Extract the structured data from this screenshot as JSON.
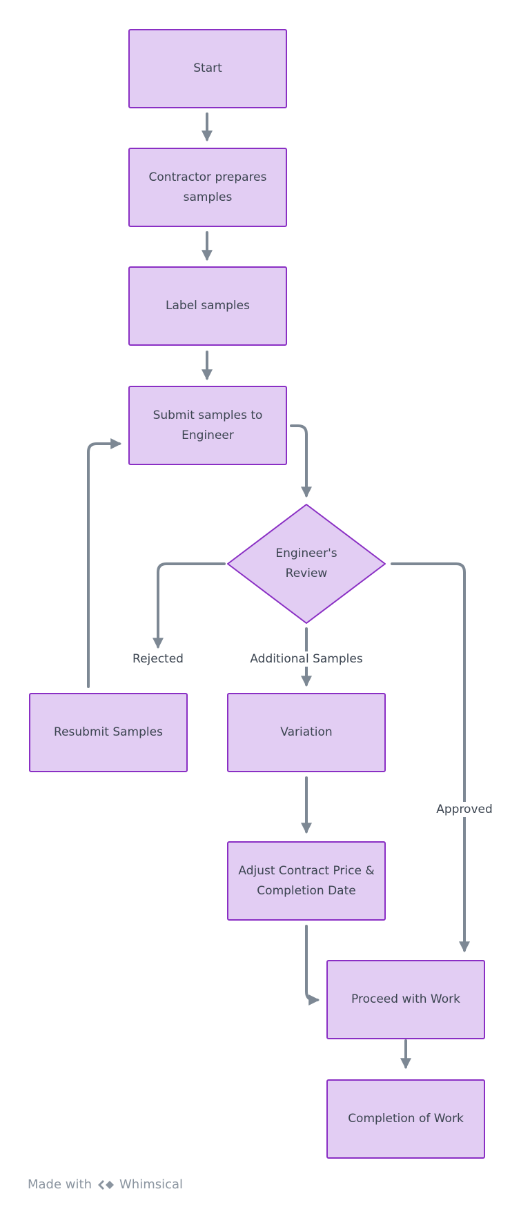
{
  "nodes": {
    "start": "Start",
    "prepare": "Contractor prepares samples",
    "label": "Label samples",
    "submit": "Submit samples to Engineer",
    "review": "Engineer's Review",
    "resubmit": "Resubmit Samples",
    "variation": "Variation",
    "adjust": "Adjust Contract Price & Completion Date",
    "proceed": "Proceed with Work",
    "completion": "Completion of Work"
  },
  "edges": {
    "rejected": "Rejected",
    "additional": "Additional Samples",
    "approved": "Approved"
  },
  "footer": {
    "made_with": "Made with",
    "brand": "Whimsical"
  },
  "colors": {
    "node_fill": "#e2cdf3",
    "node_border": "#8a2fc4",
    "connector": "#7d8894",
    "text": "#3b4450"
  }
}
